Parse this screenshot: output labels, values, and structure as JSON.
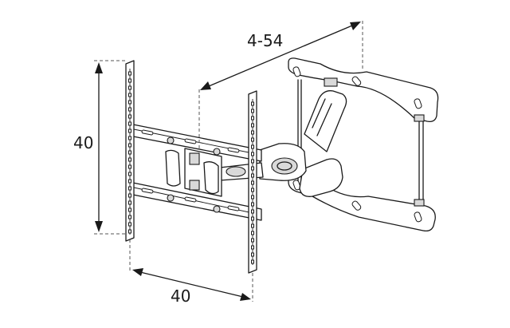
{
  "dimensions": {
    "left_height": "40",
    "bottom_width": "40",
    "arm_extension": "4-54"
  }
}
